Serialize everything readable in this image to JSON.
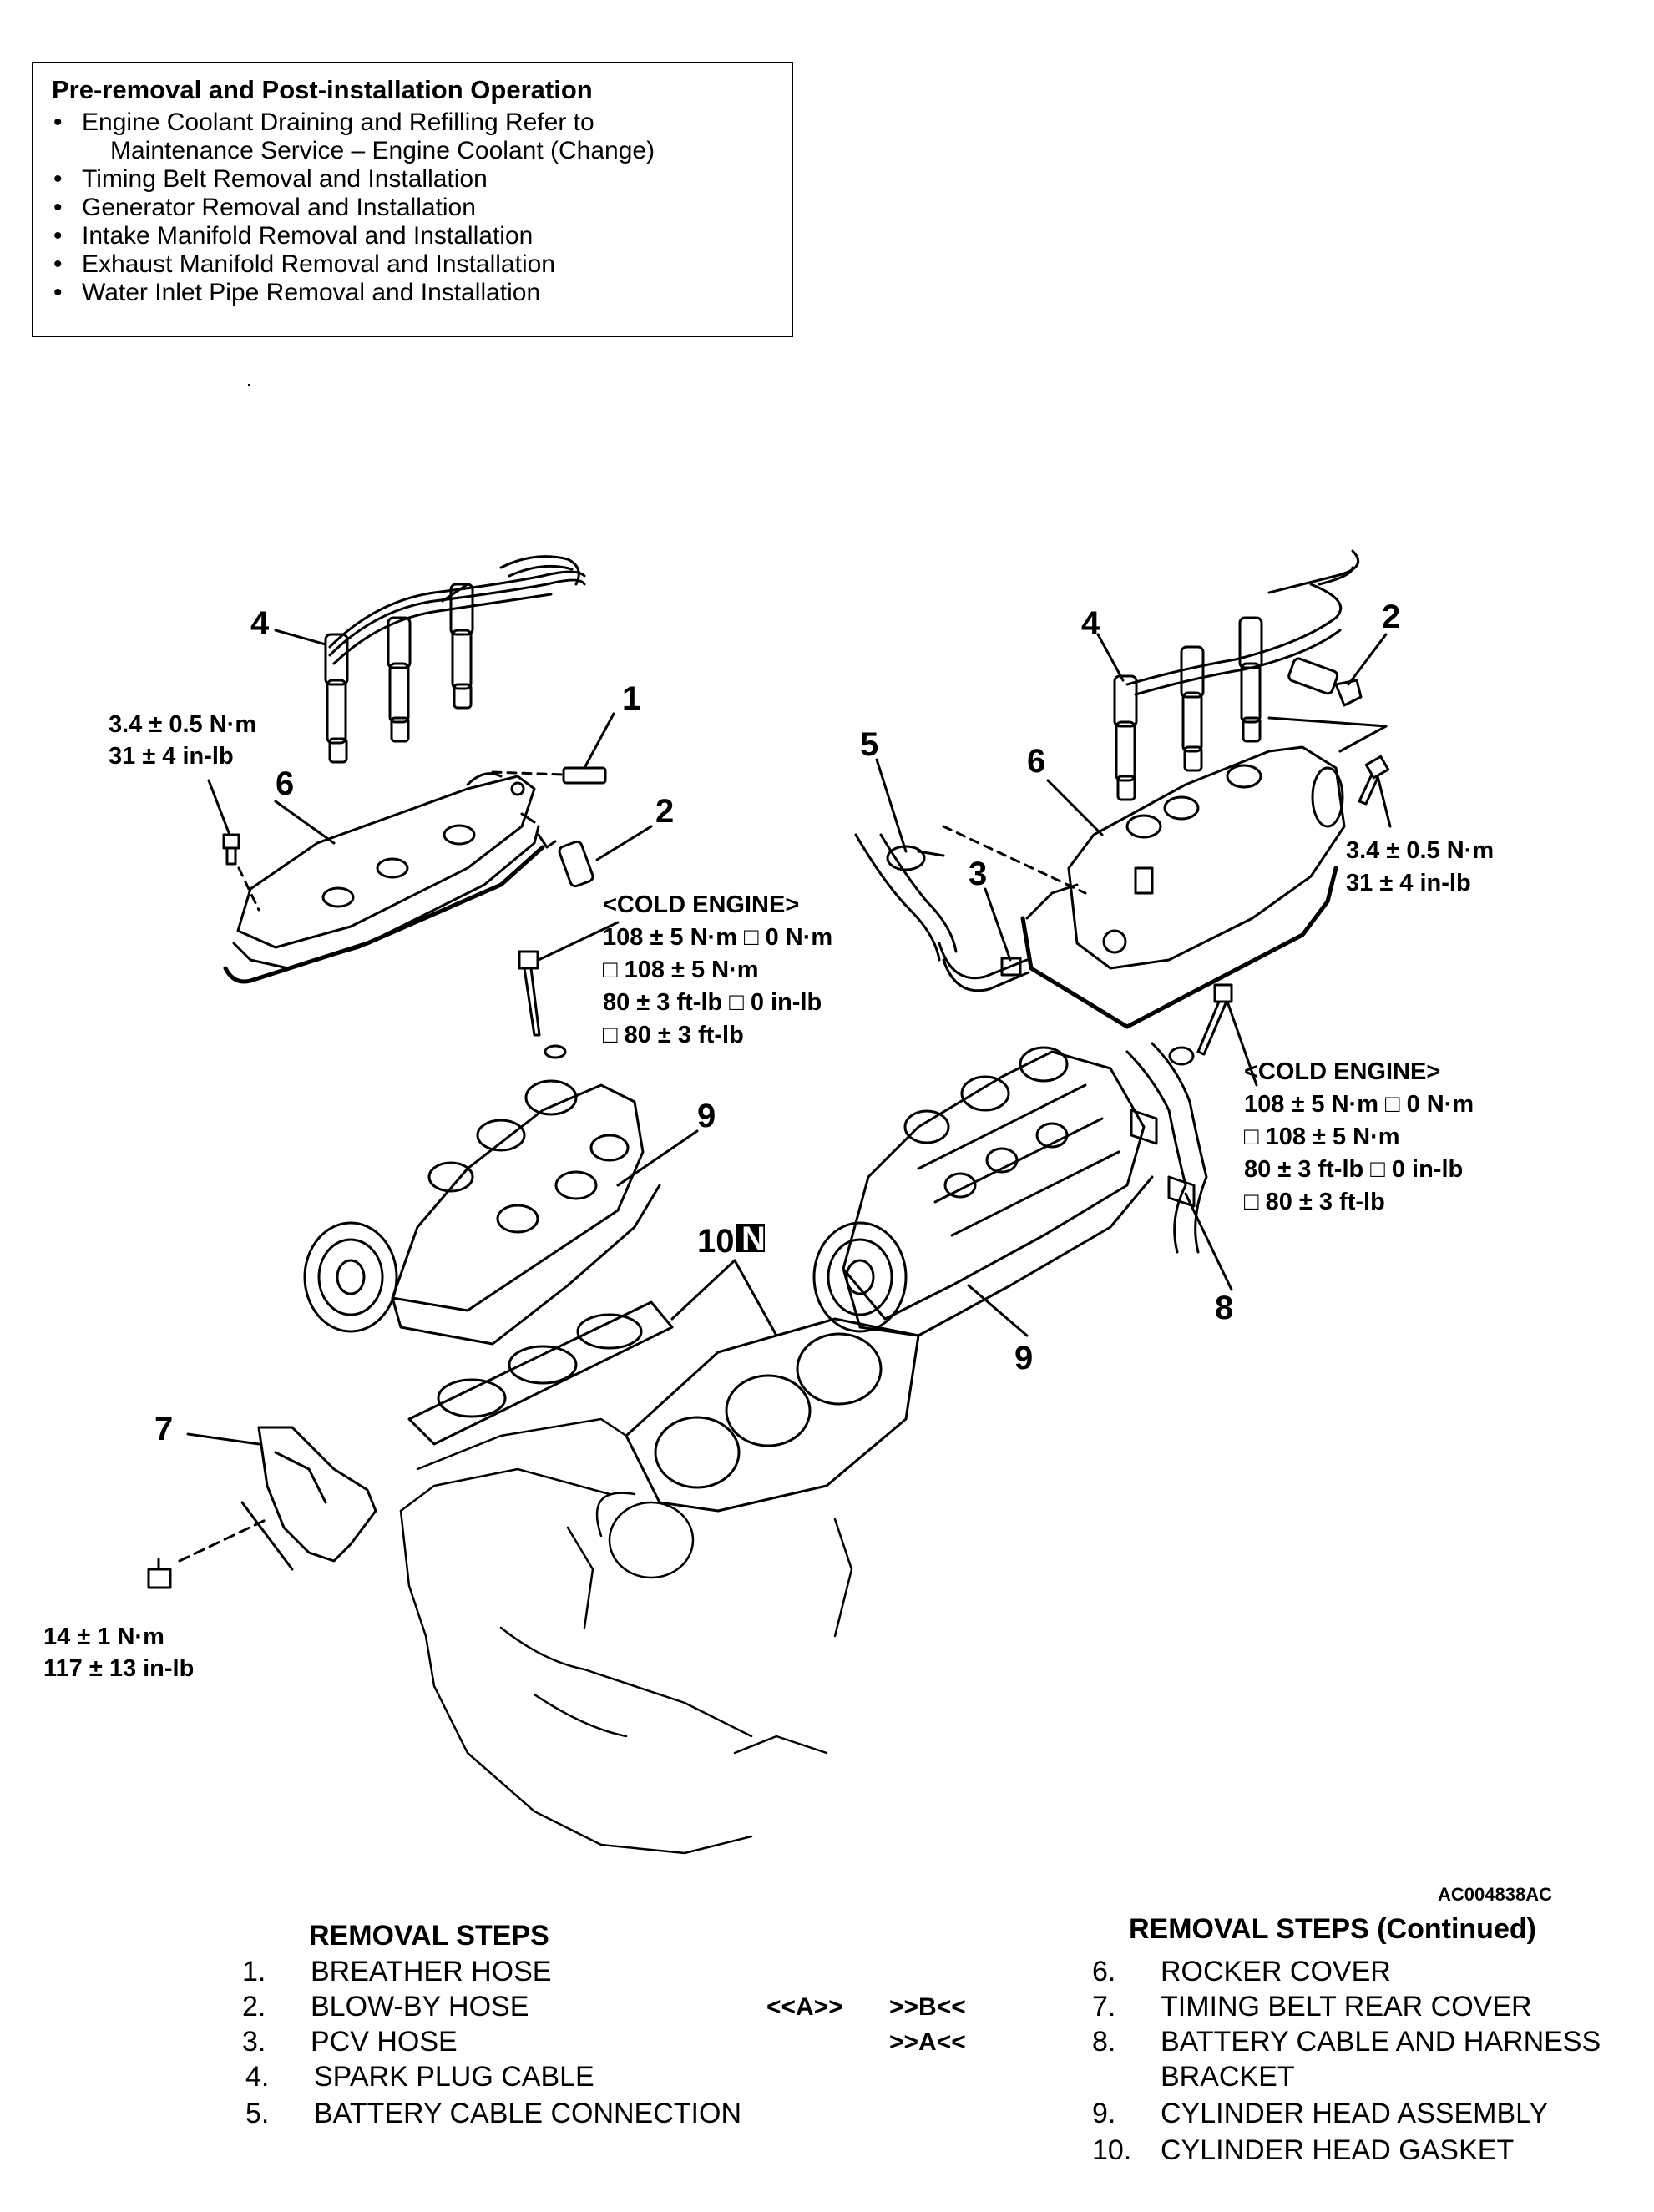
{
  "pre_box": {
    "title": "Pre-removal and Post-installation Operation",
    "items": [
      {
        "line1": "Engine Coolant Draining and Refilling  Refer to",
        "line2": "Maintenance Service – Engine Coolant (Change)"
      },
      {
        "line1": "Timing Belt Removal and Installation"
      },
      {
        "line1": "Generator Removal and Installation"
      },
      {
        "line1": "Intake Manifold Removal and Installation"
      },
      {
        "line1": "Exhaust Manifold Removal and Installation"
      },
      {
        "line1": "Water Inlet Pipe Removal and Installation"
      }
    ]
  },
  "callouts": {
    "c1": "1",
    "c2_left": "2",
    "c2_right": "2",
    "c3": "3",
    "c4_left": "4",
    "c4_right": "4",
    "c5": "5",
    "c6_left": "6",
    "c6_right": "6",
    "c7": "7",
    "c8": "8",
    "c9_left": "9",
    "c9_right": "9",
    "c10": "10",
    "c10_badge": "N"
  },
  "torque_specs": {
    "left_rocker": [
      "3.4 ± 0.5 N·m",
      "31 ± 4 in-lb"
    ],
    "right_rocker": [
      "3.4 ± 0.5 N·m",
      "31 ± 4 in-lb"
    ],
    "cold_engine_left": [
      "<COLD ENGINE>",
      "108 ± 5 N·m □ 0 N·m",
      "□ 108 ± 5 N·m",
      "80 ± 3 ft-lb □ 0 in-lb",
      "□ 80 ± 3 ft-lb"
    ],
    "cold_engine_right": [
      "<COLD ENGINE>",
      "108 ± 5 N·m □ 0 N·m",
      "□ 108 ± 5 N·m",
      "80 ± 3 ft-lb □ 0 in-lb",
      "□ 80 ± 3 ft-lb"
    ],
    "timing_cover": [
      "14 ± 1 N·m",
      "117 ± 13 in-lb"
    ]
  },
  "figure_code": "AC004838AC",
  "removal_steps": {
    "title": "REMOVAL STEPS",
    "items": [
      {
        "num": "1.",
        "label": "BREATHER HOSE"
      },
      {
        "num": "2.",
        "label": "BLOW-BY HOSE"
      },
      {
        "num": "3.",
        "label": "PCV HOSE"
      },
      {
        "num": "4.",
        "label": "SPARK PLUG CABLE"
      },
      {
        "num": "5.",
        "label": "BATTERY CABLE CONNECTION"
      }
    ],
    "tags": {
      "a_step2": "<<A>>",
      "b_step2": ">>B<<",
      "a_step3": ">>A<<"
    }
  },
  "removal_steps_continued": {
    "title": "REMOVAL STEPS (Continued)",
    "items": [
      {
        "num": "6.",
        "label": "ROCKER COVER"
      },
      {
        "num": "7.",
        "label": "TIMING BELT REAR COVER"
      },
      {
        "num": "8.",
        "label": "BATTERY CABLE AND HARNESS"
      },
      {
        "num": "",
        "label": "BRACKET"
      },
      {
        "num": "9.",
        "label": "CYLINDER HEAD ASSEMBLY"
      },
      {
        "num": "10.",
        "label": "CYLINDER HEAD GASKET"
      }
    ]
  }
}
